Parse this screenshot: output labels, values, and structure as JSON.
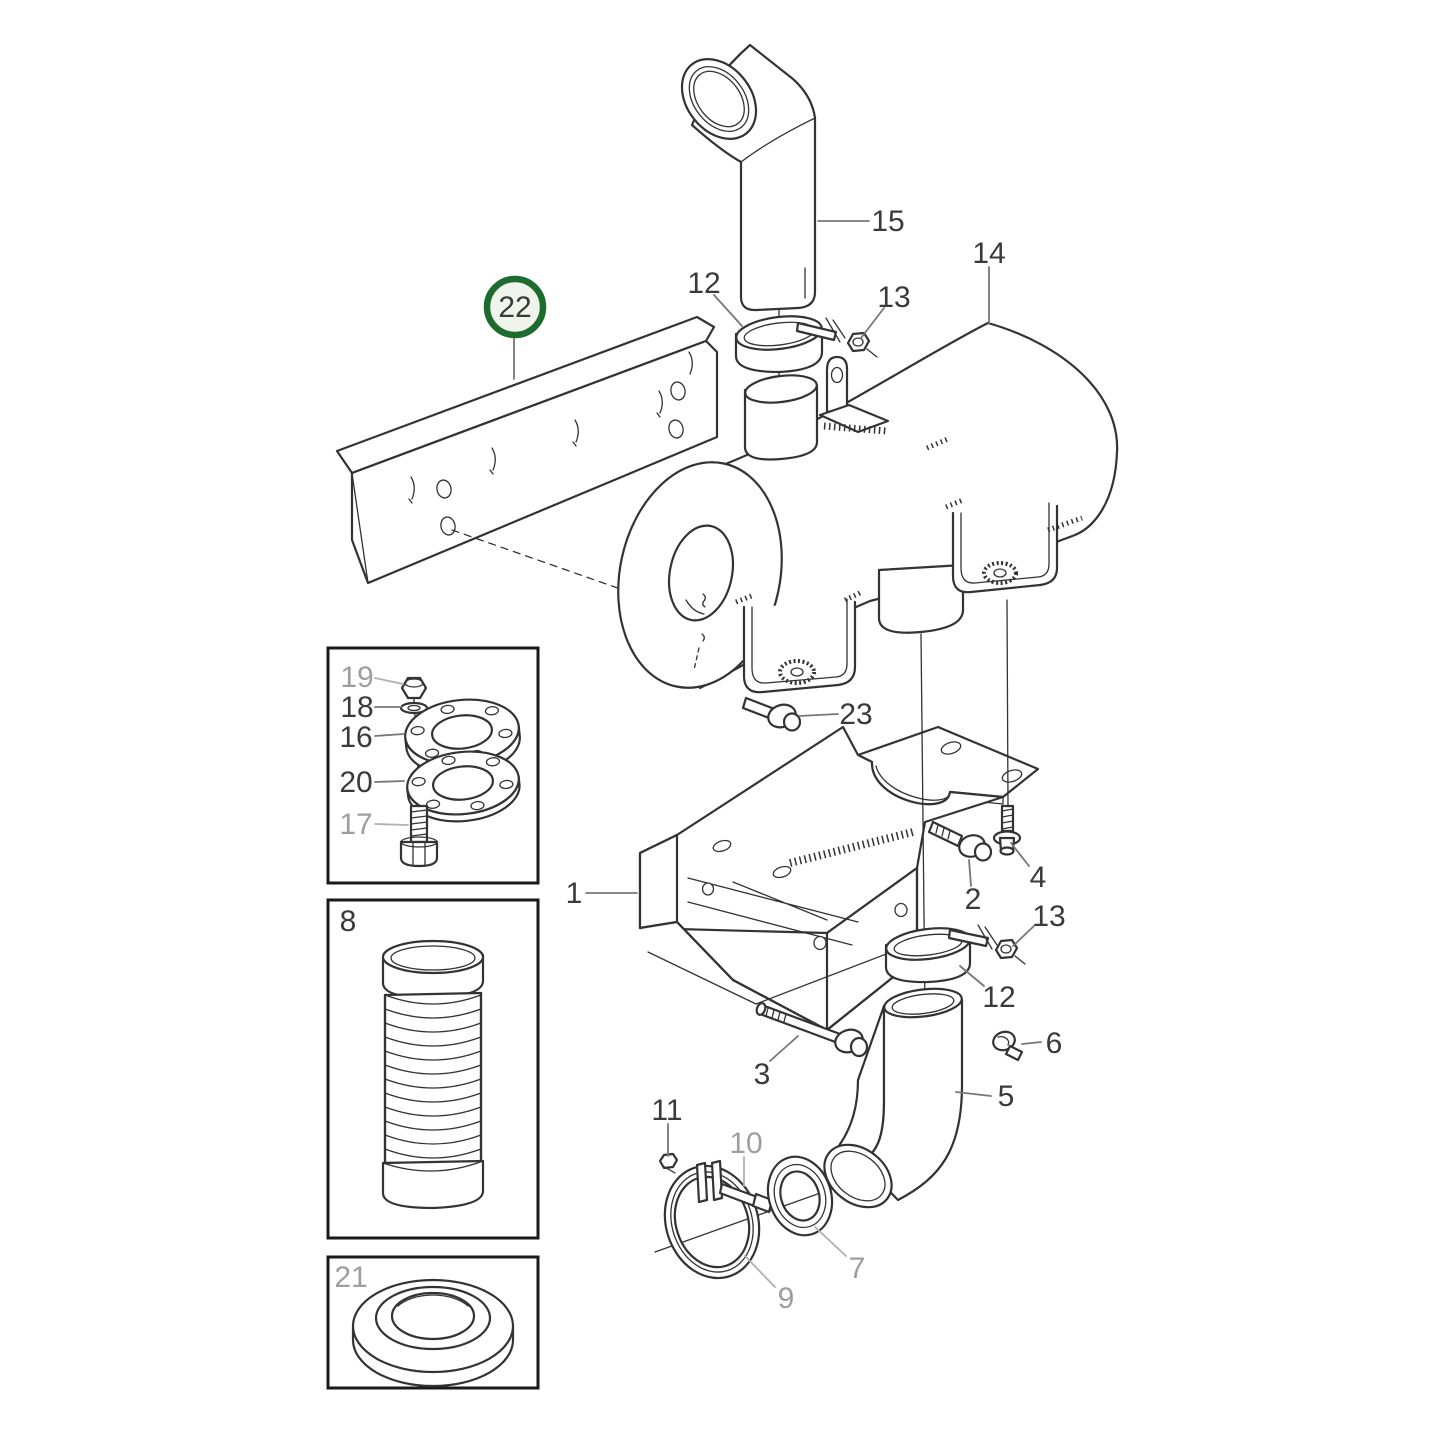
{
  "diagram": {
    "type": "exploded-parts-diagram",
    "subject": "exhaust-silencer-assembly",
    "highlighted_part": "22",
    "colors": {
      "line": "#333333",
      "label": "#3a3a3a",
      "label_muted": "#9e9e9e",
      "highlight_ring": "#1d6b2f",
      "highlight_fill": "#eff5ec",
      "background": "#ffffff"
    },
    "callouts": {
      "n1": "1",
      "n2": "2",
      "n3": "3",
      "n4": "4",
      "n5": "5",
      "n6": "6",
      "n7": "7",
      "n8": "8",
      "n9": "9",
      "n10": "10",
      "n11": "11",
      "n12a": "12",
      "n12b": "12",
      "n13a": "13",
      "n13b": "13",
      "n14": "14",
      "n15": "15",
      "n16": "16",
      "n17": "17",
      "n18": "18",
      "n19": "19",
      "n20": "20",
      "n21": "21",
      "n22": "22",
      "n23": "23"
    }
  }
}
